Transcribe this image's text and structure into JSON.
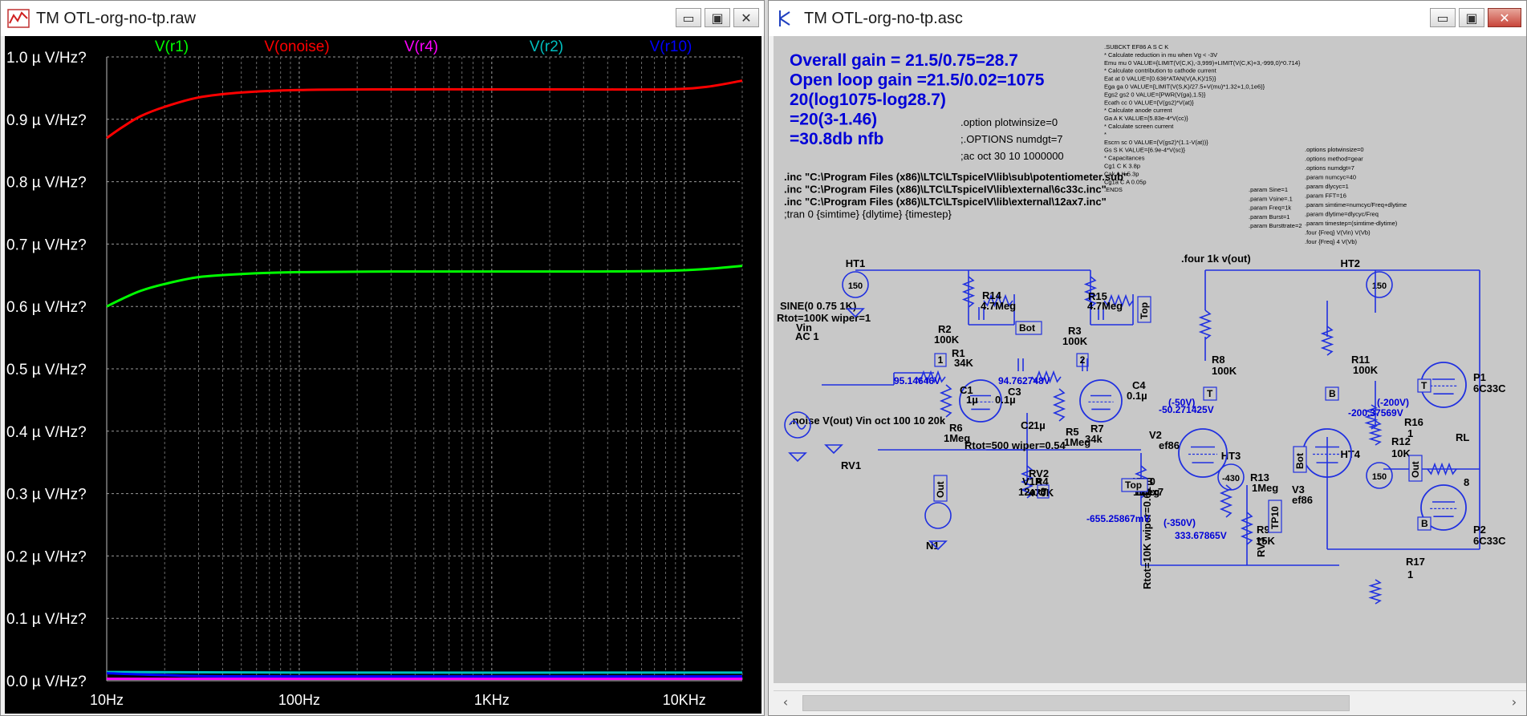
{
  "waveform_window": {
    "title": "TM OTL-org-no-tp.raw",
    "buttons": {
      "minimize": "▭",
      "restore": "▣",
      "close": "✕"
    },
    "legend": [
      "V(r1)",
      "V(onoise)",
      "V(r4)",
      "V(r2)",
      "V(r10)"
    ],
    "legend_colors": [
      "#00ff00",
      "#ff0000",
      "#ff00ff",
      "#00bfbf",
      "#0000ff"
    ],
    "y_ticks": [
      "1.0 µ V/Hz?",
      "0.9 µ V/Hz?",
      "0.8 µ V/Hz?",
      "0.7 µ V/Hz?",
      "0.6 µ V/Hz?",
      "0.5 µ V/Hz?",
      "0.4 µ V/Hz?",
      "0.3 µ V/Hz?",
      "0.2 µ V/Hz?",
      "0.1 µ V/Hz?",
      "0.0 µ V/Hz?"
    ],
    "x_ticks": [
      "10Hz",
      "100Hz",
      "1KHz",
      "10KHz"
    ]
  },
  "chart_data": {
    "type": "line",
    "x_scale": "log",
    "xlim": [
      10,
      20000
    ],
    "ylim": [
      0.0,
      1.0
    ],
    "y_unit": "µV/√Hz",
    "grid": true,
    "legend_position": "top",
    "series": [
      {
        "name": "V(r1)",
        "color": "#00ff00",
        "x": [
          10,
          12,
          15,
          20,
          30,
          50,
          100,
          300,
          1000,
          3000,
          8000,
          13000,
          20000
        ],
        "y": [
          0.6,
          0.612,
          0.625,
          0.636,
          0.647,
          0.652,
          0.655,
          0.656,
          0.656,
          0.656,
          0.657,
          0.66,
          0.665
        ]
      },
      {
        "name": "V(onoise)",
        "color": "#ff0000",
        "x": [
          10,
          12,
          15,
          20,
          30,
          50,
          100,
          300,
          1000,
          3000,
          8000,
          13000,
          20000
        ],
        "y": [
          0.87,
          0.887,
          0.905,
          0.92,
          0.935,
          0.943,
          0.947,
          0.948,
          0.948,
          0.948,
          0.948,
          0.952,
          0.962
        ]
      },
      {
        "name": "V(r4)",
        "color": "#ff00ff",
        "x": [
          10,
          20000
        ],
        "y": [
          0.003,
          0.003
        ]
      },
      {
        "name": "V(r2)",
        "color": "#00bfbf",
        "x": [
          10,
          100,
          20000
        ],
        "y": [
          0.014,
          0.013,
          0.013
        ]
      },
      {
        "name": "V(r10)",
        "color": "#0000ff",
        "x": [
          10,
          20,
          60,
          20000
        ],
        "y": [
          0.012,
          0.009,
          0.007,
          0.007
        ]
      }
    ]
  },
  "schematic_window": {
    "title": "TM OTL-org-no-tp.asc",
    "buttons": {
      "minimize": "▭",
      "restore": "▣",
      "close": "✕"
    },
    "notes": [
      "Overall gain = 21.5/0.75=28.7",
      "Open loop gain =21.5/0.02=1075",
      "20(log1075-log28.7)",
      "=20(3-1.46)",
      "=30.8db nfb"
    ],
    "options": [
      ".option plotwinsize=0",
      ";.OPTIONS numdgt=7",
      ";ac oct 30 10 1000000"
    ],
    "includes": [
      ".inc \"C:\\Program Files (x86)\\LTC\\LTspiceIV\\lib\\sub\\potentiometer.sub\"",
      ".inc \"C:\\Program Files (x86)\\LTC\\LTspiceIV\\lib\\external\\6c33c.inc\"",
      ".inc \"C:\\Program Files (x86)\\LTC\\LTspiceIV\\lib\\external\\12ax7.inc\"",
      ";tran 0 {simtime} {dlytime} {timestep}"
    ],
    "subckt_lines": [
      ".SUBCKT EF86 A S C K",
      "* Calculate reduction in mu when Vg < -3V",
      "Emu   mu   0   VALUE={LIMIT(V(C,K),-3,999)+LIMIT(V(C,K)+3,-999,0)*0.714}",
      "* Calculate contribution to cathode current",
      "Eat   at   0   VALUE={0.636*ATAN(V(A,K)/15)}",
      "Ega   ga   0   VALUE={LIMIT(V(S,K)/27.5+V(mu)*1.32+1,0,1e6)}",
      "Egs2  gs2  0   VALUE={PWR(V(ga),1.5)}",
      "Ecath cc   0   VALUE={V(gs2)*V(at)}",
      "* Calculate anode current",
      "Ga   A   K   VALUE={5.83e-4*V(cc)}",
      "* Calculate screen current",
      "*",
      "Escrn  sc  0   VALUE={V(gs2)*(1.1-V(at))}",
      "Gs   S   K   VALUE={6.9e-4*V(sc)}",
      "* Capacitances",
      "Cg1  C   K   3.8p",
      "Cak  A   K   5.3p",
      "Cg1a C   A   0.05p",
      ".ENDS"
    ],
    "params_right": [
      ".options plotwinsize=0",
      ".options method=gear",
      ".options numdgt=7",
      ".param numcyc=40",
      ".param dlycyc=1",
      ".param FFT=16",
      ".param simtime=numcyc/Freq+dlytime",
      ".param dlytime=dlycyc/Freq",
      ".param timestep=(simtime-dlytime)",
      ".four {Freq} V(Vin) V(Vb)",
      ".four {Freq} 4 V(Vb)"
    ],
    "params_mid": [
      ".param Sine=1",
      ".param Vsine=.1",
      ".param Freq=1k",
      ".param Burst=1",
      ".param Bursttrate=2"
    ],
    "four_directive": ".four 1k v(out)",
    "noise_directive": ".noise V(out) Vin oct 100 10 20k",
    "source": [
      "SINE(0 0.75 1K)",
      "Rtot=100K wiper=1"
    ],
    "vin_label": [
      "Vin",
      "AC 1"
    ],
    "ht_labels": [
      "HT1",
      "HT2",
      "HT3",
      "HT4"
    ],
    "ht_values": [
      "150",
      "150",
      "-430",
      "150"
    ],
    "resistors": [
      {
        "n": "R1",
        "v": "34K"
      },
      {
        "n": "R2",
        "v": "100K"
      },
      {
        "n": "R3",
        "v": "100K"
      },
      {
        "n": "R4",
        "v": "470K"
      },
      {
        "n": "R5",
        "v": "1Meg"
      },
      {
        "n": "R6",
        "v": "1Meg"
      },
      {
        "n": "R7",
        "v": "34k"
      },
      {
        "n": "R8",
        "v": "100K"
      },
      {
        "n": "R9",
        "v": "15K"
      },
      {
        "n": "R10",
        "v": "1Meg"
      },
      {
        "n": "R11",
        "v": "100K"
      },
      {
        "n": "R12",
        "v": "10K"
      },
      {
        "n": "R13",
        "v": "1Meg"
      },
      {
        "n": "R14",
        "v": "4.7Meg"
      },
      {
        "n": "R15",
        "v": "4.7Meg"
      },
      {
        "n": "R16",
        "v": "1"
      },
      {
        "n": "R17",
        "v": "1"
      }
    ],
    "caps": [
      {
        "n": "C1",
        "v": "1µ"
      },
      {
        "n": "C2",
        "v": "1µ"
      },
      {
        "n": "C3",
        "v": "0.1µ"
      },
      {
        "n": "C4",
        "v": "0.1µ"
      }
    ],
    "tubes": [
      {
        "n": "V1A",
        "t": "12ax7"
      },
      {
        "n": "V1B",
        "t": "12ax7"
      },
      {
        "n": "V2",
        "t": "ef86"
      },
      {
        "n": "V3",
        "t": "ef86"
      },
      {
        "n": "P1",
        "t": "6C33C"
      },
      {
        "n": "P2",
        "t": "6C33C"
      }
    ],
    "pots": [
      "RV1",
      "RV2",
      "RV3",
      "Rtot=500 wiper=0.54",
      "Rtot=10K wiper=0.61"
    ],
    "rl": [
      "RL",
      "8"
    ],
    "voltages": [
      "95.14646V",
      "94.762748V",
      "-655.25867mV",
      "-50.271425V",
      "-200.37569V",
      "333.67865V"
    ],
    "ideal_voltages": [
      "(-50V)",
      "(-200V)",
      "(-350V)"
    ],
    "nodes": [
      "1",
      "2",
      "3"
    ],
    "net_labels": [
      "Bot",
      "Top",
      "Out",
      "Top",
      "T",
      "B",
      "T",
      "B",
      "Bot",
      "Out",
      "TP10"
    ],
    "ground_label": "N1"
  }
}
